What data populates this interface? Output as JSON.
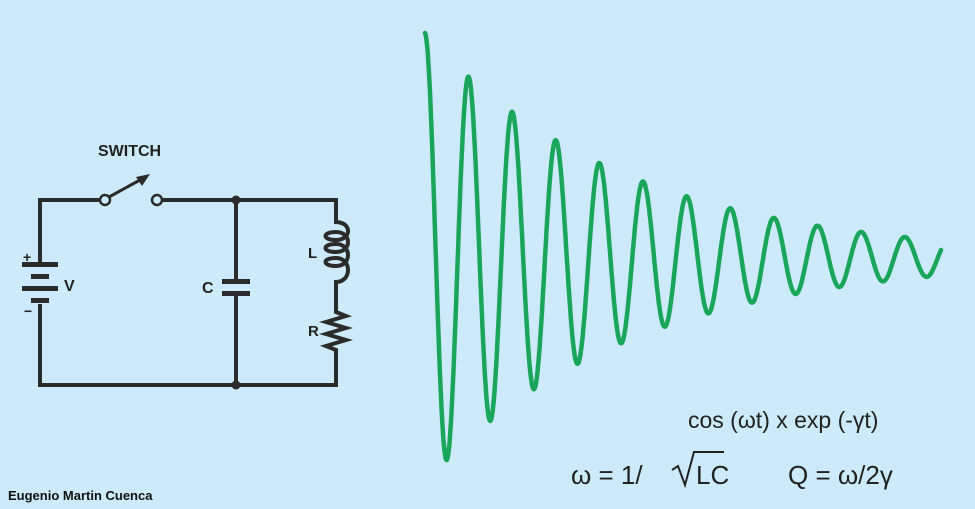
{
  "colors": {
    "background": "#cdeafa",
    "wave": "#1aa65a",
    "wire": "#2b2b2b",
    "text": "#222222"
  },
  "circuit": {
    "switch_label": "SWITCH",
    "battery_label": "V",
    "battery_plus": "+",
    "battery_minus": "−",
    "capacitor_label": "C",
    "inductor_label": "L",
    "resistor_label": "R"
  },
  "formulas": {
    "signal": "cos (ωt) x exp (-γt)",
    "omega_lhs": "ω = 1/",
    "omega_sqrt_arg": "LC",
    "quality": "Q = ω/2γ"
  },
  "credit": "Eugenio Martin Cuenca",
  "waveform": {
    "function": "cos(ωt)·exp(-γt)",
    "cycles_shown": 12
  }
}
